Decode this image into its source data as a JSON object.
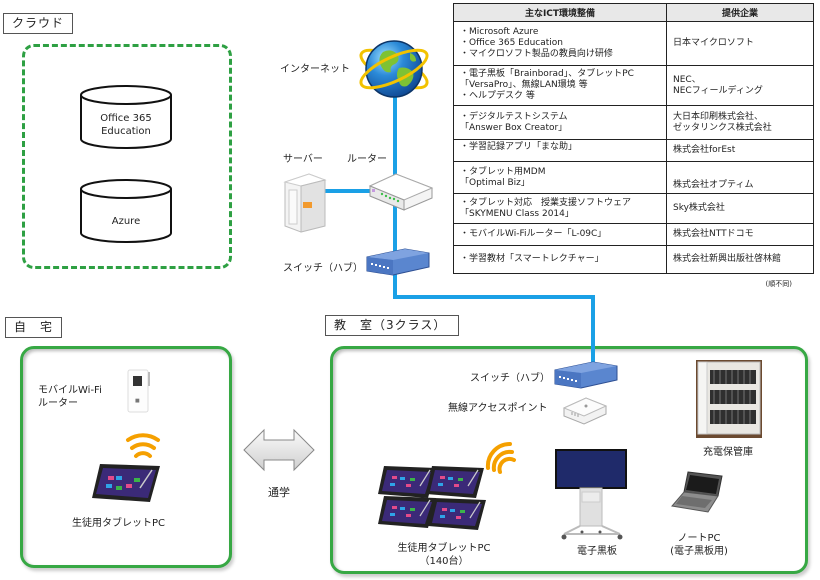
{
  "sections": {
    "cloud": "クラウド",
    "home": "自　宅",
    "classroom": "教　室（3クラス）"
  },
  "cloud": {
    "services": [
      "Office 365\nEducation",
      "Azure"
    ],
    "service_lines": [
      [
        "Office 365",
        "Education"
      ],
      [
        "Azure"
      ]
    ]
  },
  "network": {
    "internet": "インターネット",
    "server": "サーバー",
    "router": "ルーター",
    "switch": "スイッチ（ハブ）"
  },
  "home": {
    "mobile_router": [
      "モバイルWi-Fi",
      "ルーター"
    ],
    "tablet": "生徒用タブレットPC"
  },
  "commute": "通学",
  "classroom": {
    "switch": "スイッチ（ハブ）",
    "access_point": "無線アクセスポイント",
    "charging_cabinet": "充電保管庫",
    "tablets": [
      "生徒用タブレットPC",
      "（140台）"
    ],
    "whiteboard": "電子黒板",
    "notebook": [
      "ノートPC",
      "(電子黒板用)"
    ]
  },
  "table": {
    "headers": [
      "主なICT環境整備",
      "提供企業"
    ],
    "rows": [
      {
        "items": [
          "・Microsoft Azure",
          "・Office 365 Education",
          "・マイクロソフト製品の教員向け研修"
        ],
        "vendor": [
          "日本マイクロソフト"
        ]
      },
      {
        "items": [
          "・電子黒板「Brainborad」、タブレットPC",
          "「VersaPro」、無線LAN環境 等",
          "・ヘルプデスク 等"
        ],
        "vendor": [
          "NEC、",
          "NECフィールディング"
        ]
      },
      {
        "items": [
          "・デジタルテストシステム",
          "「Answer Box Creator」"
        ],
        "vendor": [
          "大日本印刷株式会社、",
          "ゼッタリンクス株式会社"
        ]
      },
      {
        "items": [
          "・学習記録アプリ「まな助」"
        ],
        "vendor": [
          "株式会社forEst"
        ]
      },
      {
        "items": [
          "・タブレット用MDM",
          "「Optimal Biz」"
        ],
        "vendor": [
          "株式会社オプティム"
        ]
      },
      {
        "items": [
          "・タブレット対応　授業支援ソフトウェア",
          "「SKYMENU Class 2014」"
        ],
        "vendor": [
          "Sky株式会社"
        ]
      },
      {
        "items": [
          "・モバイルWi-Fiルーター「L-09C」"
        ],
        "vendor": [
          "株式会社NTTドコモ"
        ]
      },
      {
        "items": [
          "・学習教材「スマートレクチャー」"
        ],
        "vendor": [
          "株式会社新興出版社啓林館"
        ]
      }
    ],
    "note": "(順不同)"
  },
  "colors": {
    "wire": "#1aa0e6",
    "green_border": "#37a844",
    "cloud_dash": "#2ea043"
  }
}
